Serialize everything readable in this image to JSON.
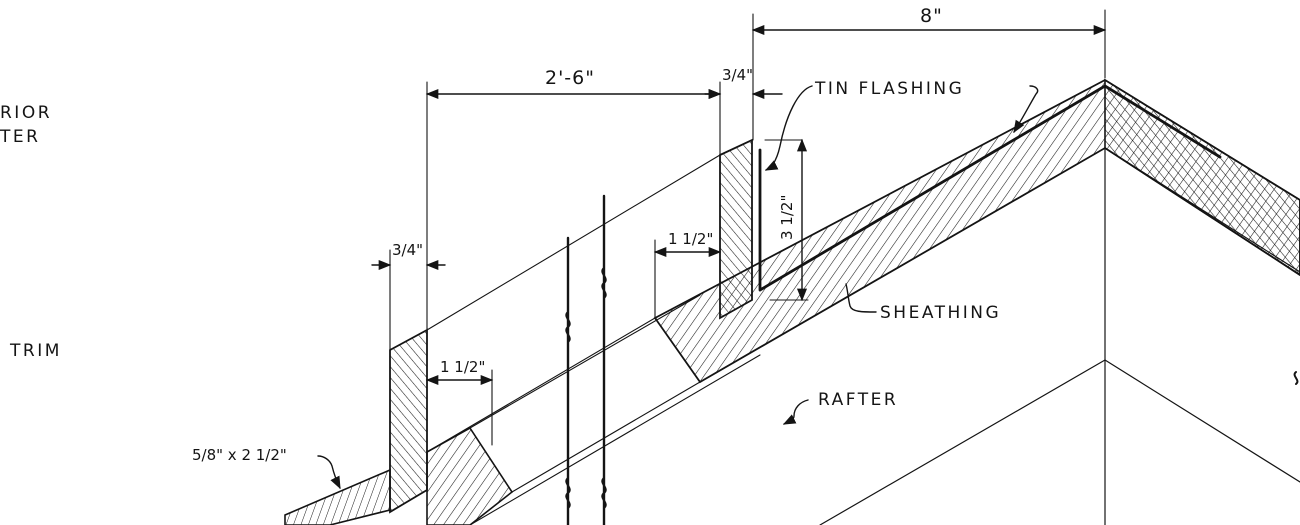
{
  "labels": {
    "exterior_partial": "RIOR",
    "plaster_partial": "TER",
    "trim_partial": "TRIM",
    "tin_flashing": "TIN  FLASHING",
    "sheathing": "SHEATHING",
    "rafter": "RAFTER",
    "trim_size": "5/8\" x 2 1/2\""
  },
  "dimensions": {
    "overall_top": "8\"",
    "span": "2'-6\"",
    "upper_stud_thickness": "3/4\"",
    "lower_stud_thickness": "3/4\"",
    "upper_gap": "1 1/2\"",
    "lower_gap": "1 1/2\"",
    "flashing_height": "3 1/2\""
  }
}
